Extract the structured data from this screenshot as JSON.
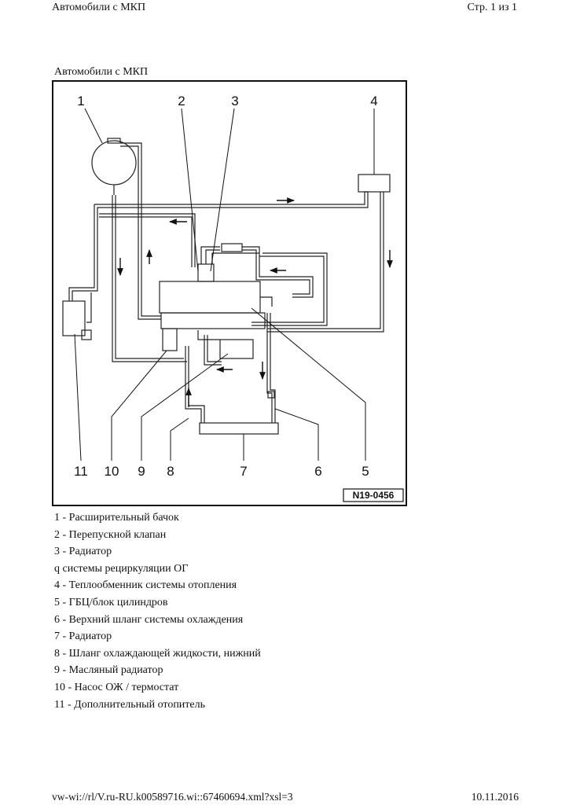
{
  "header": {
    "left": "Автомобили с МКП",
    "right": "Стр. 1 из 1"
  },
  "caption": "Автомобили с МКП",
  "figure": {
    "callouts": [
      "1",
      "2",
      "3",
      "4",
      "5",
      "6",
      "7",
      "8",
      "9",
      "10",
      "11"
    ],
    "code": "N19-0456"
  },
  "legend": [
    "1 -  Расширительный бачок",
    "2 -  Перепускной клапан",
    "3 -  Радиатор",
    "q   системы рециркуляции ОГ",
    "4 -  Теплообменник системы отопления",
    "5 -  ГБЦ/блок цилиндров",
    "6 -  Верхний шланг системы охлаждения",
    "7 -  Радиатор",
    "8 -  Шланг охлаждающей жидкости, нижний",
    "9 -  Масляный радиатор",
    "10 -   Насос ОЖ / термостат",
    "11 -  Дополнительный отопитель"
  ],
  "footer": {
    "left": "vw-wi://rl/V.ru-RU.k00589716.wi::67460694.xml?xsl=3",
    "right": "10.11.2016"
  }
}
